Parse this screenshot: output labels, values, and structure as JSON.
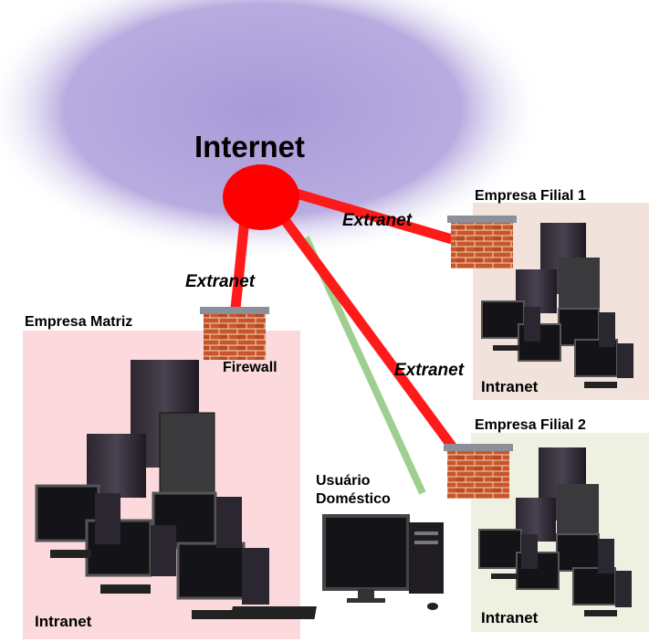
{
  "internet": {
    "label": "Internet"
  },
  "links": {
    "extranet_matriz": "Extranet",
    "extranet_filial1": "Extranet",
    "extranet_filial2": "Extranet"
  },
  "sites": {
    "matriz": {
      "title": "Empresa Matriz",
      "network": "Intranet",
      "firewall_label": "Firewall"
    },
    "filial1": {
      "title": "Empresa Filial 1",
      "network": "Intranet"
    },
    "filial2": {
      "title": "Empresa Filial 2",
      "network": "Intranet"
    }
  },
  "home_user": {
    "line1": "Usuário",
    "line2": "Doméstico"
  },
  "colors": {
    "cloud": "#a99ad8",
    "hub": "#ff0000",
    "extranet_link": "#ff1a1a",
    "home_link": "#9ecf8f",
    "matriz_bg": "#fbd9dc",
    "filial1_bg": "#f1e3dc",
    "filial2_bg": "#eef0e2",
    "brick": "#c8552b",
    "mortar": "#f1d7b8"
  },
  "icons": [
    "cloud-icon",
    "firewall-icon",
    "server-icon",
    "monitor-icon",
    "pc-tower-icon",
    "keyboard-icon"
  ]
}
